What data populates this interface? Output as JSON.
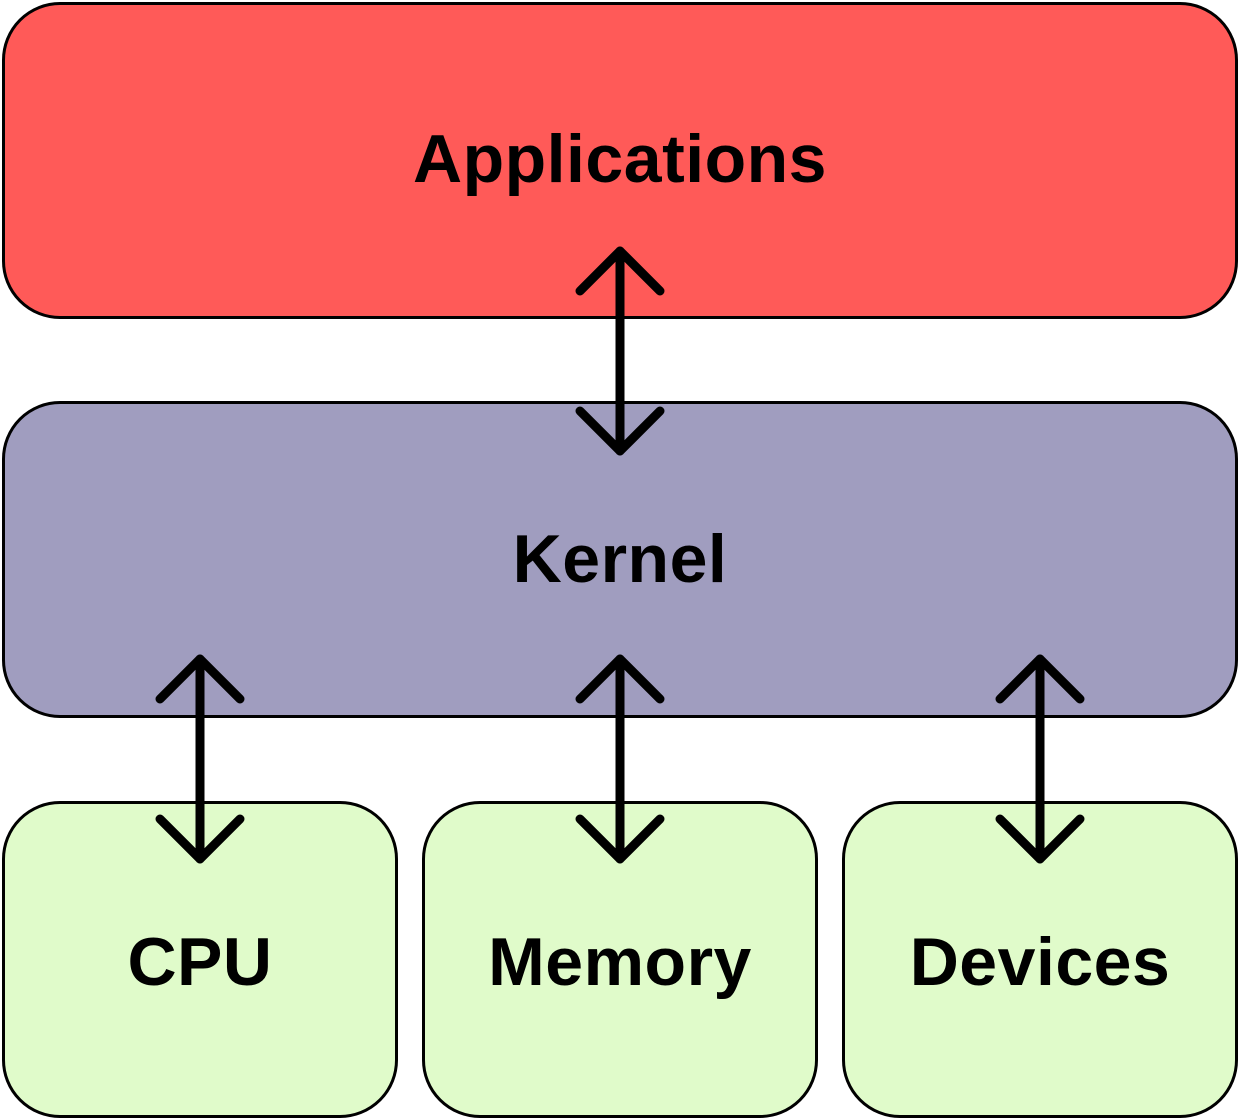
{
  "layers": {
    "applications": {
      "label": "Applications",
      "color": "#ff5a58"
    },
    "kernel": {
      "label": "Kernel",
      "color": "#a09dbf"
    },
    "hardware": [
      {
        "id": "cpu",
        "label": "CPU",
        "color": "#e0fbca"
      },
      {
        "id": "memory",
        "label": "Memory",
        "color": "#e0fbca"
      },
      {
        "id": "devices",
        "label": "Devices",
        "color": "#e0fbca"
      }
    ]
  },
  "connections": [
    {
      "from": "applications",
      "to": "kernel",
      "direction": "bidirectional"
    },
    {
      "from": "kernel",
      "to": "cpu",
      "direction": "bidirectional"
    },
    {
      "from": "kernel",
      "to": "memory",
      "direction": "bidirectional"
    },
    {
      "from": "kernel",
      "to": "devices",
      "direction": "bidirectional"
    }
  ],
  "colors": {
    "stroke": "#000000"
  }
}
